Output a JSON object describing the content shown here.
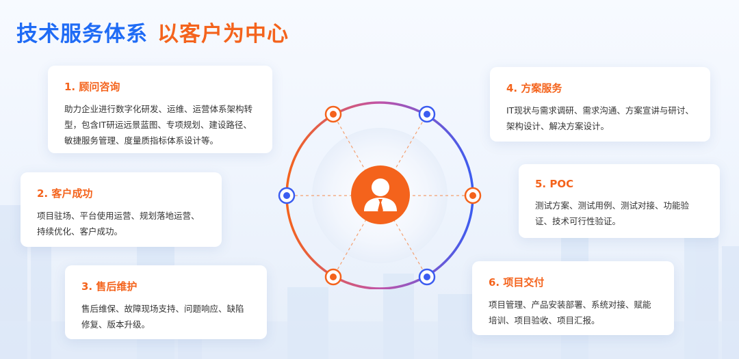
{
  "title": {
    "part1": "技术服务体系",
    "part2": "以客户为中心"
  },
  "colors": {
    "accent_blue": "#1f6bf5",
    "accent_orange": "#f4631c",
    "ring_gradient_start": "#f4631c",
    "ring_gradient_end": "#3b5cf0"
  },
  "center_icon": "user-avatar-icon",
  "cards": [
    {
      "title": "1. 顾问咨询",
      "text": "助力企业进行数字化研发、运维、运营体系架构转型，包含IT研运远景蓝图、专项规划、建设路径、敏捷服务管理、度量质指标体系设计等。"
    },
    {
      "title": "2. 客户成功",
      "text": "项目驻场、平台使用运营、规划落地运营、持续优化、客户成功。"
    },
    {
      "title": "3. 售后维护",
      "text": "售后维保、故障现场支持、问题响应、缺陷修复、版本升级。"
    },
    {
      "title": "4. 方案服务",
      "text": "IT现状与需求调研、需求沟通、方案宣讲与研讨、架构设计、解决方案设计。"
    },
    {
      "title": "5. POC",
      "text": "测试方案、测试用例、测试对接、功能验证、技术可行性验证。"
    },
    {
      "title": "6. 项目交付",
      "text": "项目管理、产品安装部署、系统对接、赋能培训、项目验收、项目汇报。"
    }
  ]
}
